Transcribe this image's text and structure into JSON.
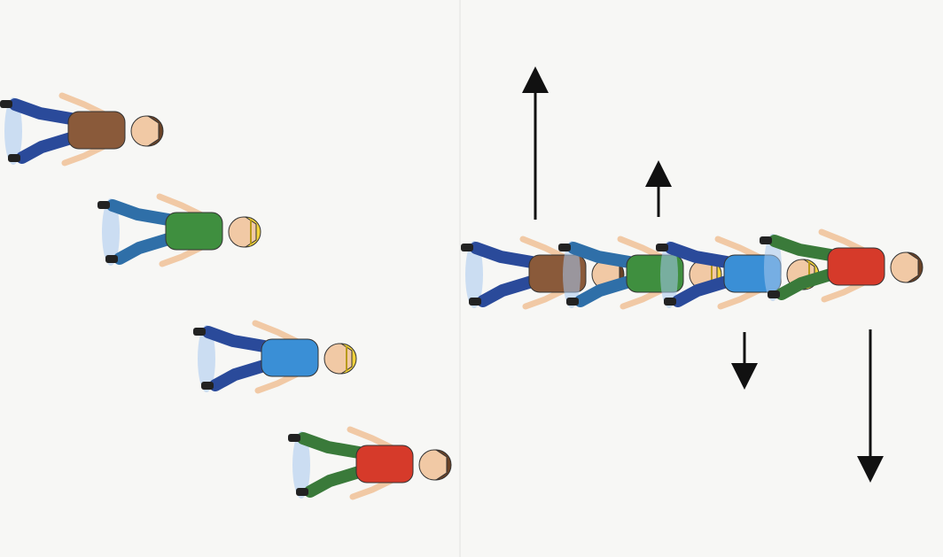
{
  "scene": {
    "background": "#f7f7f5",
    "shadow_color": "#a8c8ee",
    "figure_count": 8
  },
  "skaters": {
    "staggered": [
      {
        "shirt": "#8a5a3a",
        "pants": "#2a4a9a",
        "hair": "#6a4226",
        "helmet": false
      },
      {
        "shirt": "#3f8f3f",
        "pants": "#2f6fa8",
        "hair": "#f2d23c",
        "helmet": true
      },
      {
        "shirt": "#3a8fd6",
        "pants": "#2a4a9a",
        "hair": "#f2d23c",
        "helmet": true
      },
      {
        "shirt": "#d63a2a",
        "pants": "#3a7a3a",
        "hair": "#6a4226",
        "helmet": false
      }
    ],
    "line": [
      {
        "shirt": "#8a5a3a",
        "pants": "#2a4a9a",
        "hair": "#6a4226",
        "helmet": false
      },
      {
        "shirt": "#3f8f3f",
        "pants": "#2f6fa8",
        "hair": "#f2d23c",
        "helmet": true
      },
      {
        "shirt": "#3a8fd6",
        "pants": "#2a4a9a",
        "hair": "#f2d23c",
        "helmet": true
      },
      {
        "shirt": "#d63a2a",
        "pants": "#3a7a3a",
        "hair": "#6a4226",
        "helmet": false
      }
    ]
  },
  "arrows": [
    {
      "direction": "up",
      "length": "long"
    },
    {
      "direction": "up",
      "length": "short"
    },
    {
      "direction": "down",
      "length": "short"
    },
    {
      "direction": "down",
      "length": "long"
    }
  ]
}
